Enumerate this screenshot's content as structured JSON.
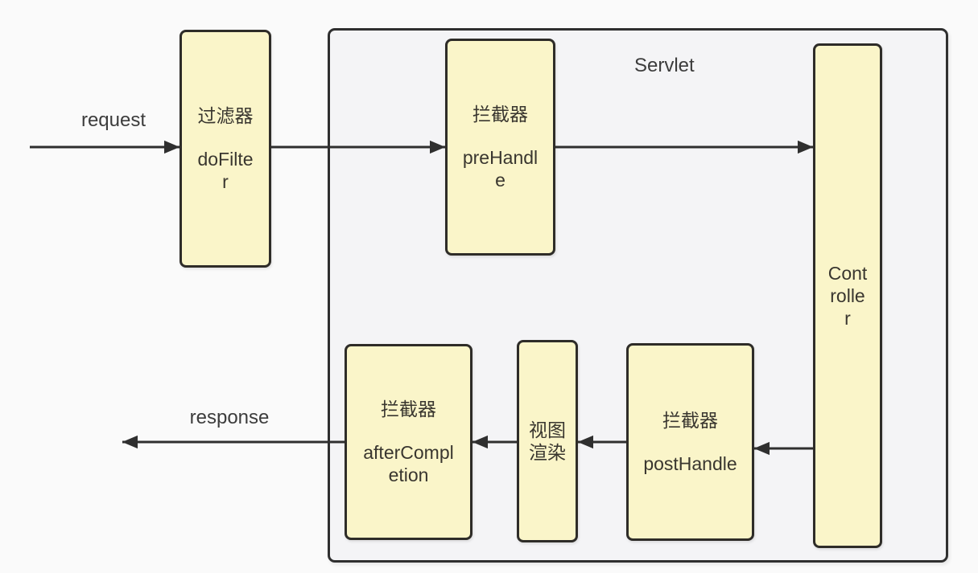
{
  "diagram": {
    "container_title": "Servlet",
    "labels": {
      "request": "request",
      "response": "response"
    },
    "nodes": [
      {
        "id": "filter",
        "title": "过滤器",
        "method": "doFilter"
      },
      {
        "id": "interceptor-pre",
        "title": "拦截器",
        "method": "preHandle"
      },
      {
        "id": "controller",
        "title": "Controller"
      },
      {
        "id": "interceptor-post",
        "title": "拦截器",
        "method": "postHandle"
      },
      {
        "id": "view-render",
        "title": "视图渲染"
      },
      {
        "id": "interceptor-after",
        "title": "拦截器",
        "method": "afterCompletion"
      }
    ],
    "arrows": [
      {
        "name": "request-arrow",
        "from": "client",
        "to": "filter",
        "direction": "right"
      },
      {
        "name": "filter-to-prehandle-arrow",
        "from": "filter",
        "to": "interceptor-pre",
        "direction": "right"
      },
      {
        "name": "prehandle-to-controller-arrow",
        "from": "interceptor-pre",
        "to": "controller",
        "direction": "right"
      },
      {
        "name": "controller-to-posthandle-arrow",
        "from": "controller",
        "to": "interceptor-post",
        "direction": "left"
      },
      {
        "name": "posthandle-to-viewrender-arrow",
        "from": "interceptor-post",
        "to": "view-render",
        "direction": "left"
      },
      {
        "name": "viewrender-to-aftercompletion-arrow",
        "from": "view-render",
        "to": "interceptor-after",
        "direction": "left"
      },
      {
        "name": "response-arrow",
        "from": "interceptor-after",
        "to": "client",
        "direction": "left"
      }
    ],
    "colors": {
      "background": "#FAFAFA",
      "container_fill": "#F4F4F6",
      "node_fill": "#FAF5C9",
      "border": "#2F2F2F",
      "arrow": "#2F2F2F",
      "text": "#3A3A3A"
    }
  }
}
